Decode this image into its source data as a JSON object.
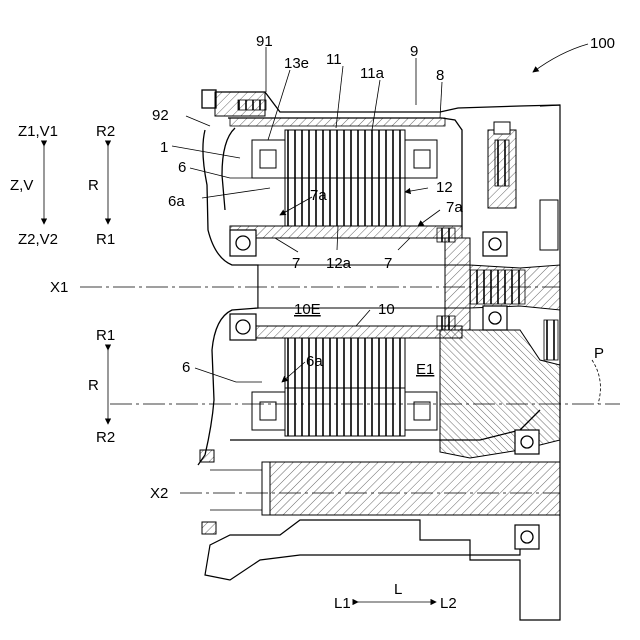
{
  "figure": {
    "reference_labels": {
      "l100": "100",
      "l91": "91",
      "l9": "9",
      "l13e": "13e",
      "l11": "11",
      "l11a": "11a",
      "l8": "8",
      "l92": "92",
      "l1": "1",
      "l6_top": "6",
      "l6a_top": "6a",
      "l7a_left": "7a",
      "l12": "12",
      "l7a_right": "7a",
      "l7_left": "7",
      "l12a": "12a",
      "l7_right": "7",
      "lX1": "X1",
      "l10E": "10E",
      "l10": "10",
      "l6_bottom": "6",
      "l6a_bottom": "6a",
      "lE1": "E1",
      "lP": "P",
      "lX2": "X2"
    },
    "direction_legend": {
      "z_top": "Z1,V1",
      "z_mid": "Z,V",
      "z_bottom": "Z2,V2",
      "r_top_upper": "R2",
      "r_top_mid": "R",
      "r_top_lower": "R1",
      "r_bot_upper": "R1",
      "r_bot_mid": "R",
      "r_bot_lower": "R2",
      "l_left": "L1",
      "l_mid": "L",
      "l_right": "L2"
    },
    "colors": {
      "line": "#000000",
      "background": "#ffffff"
    }
  }
}
